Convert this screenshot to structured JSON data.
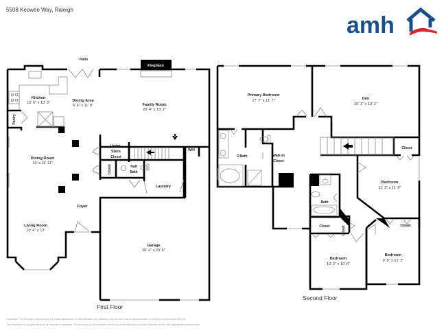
{
  "header": {
    "address": "5508 Keowee Way, Raleigh",
    "logo_text": "amh",
    "logo_colors": {
      "primary": "#1b4f8a",
      "accent": "#d9262e"
    }
  },
  "first_floor": {
    "label": "First Floor",
    "exterior_labels": {
      "patio": "Patio"
    },
    "fixtures": {
      "fireplace": "Fireplace",
      "water_heater": "W/H"
    },
    "rooms": {
      "kitchen": {
        "name": "Kitchen",
        "dimensions": "10' 6\" x 10' 3\""
      },
      "dining_area": {
        "name": "Dining Area",
        "dimensions": "6' 6\" x 11' 8\""
      },
      "family_room": {
        "name": "Family Room",
        "dimensions": "20' 4\" x 13' 2\""
      },
      "pantry": {
        "name": "Pantry"
      },
      "dining_room": {
        "name": "Dining Room",
        "dimensions": "13' x 11' 11\""
      },
      "under_stairs_closet": {
        "name_line1": "Under-",
        "name_line2": "Stairs",
        "name_line3": "Closet"
      },
      "closet": {
        "name": "Closet"
      },
      "half_bath": {
        "name_line1": "Half",
        "name_line2": "Bath"
      },
      "laundry": {
        "name": "Laundry"
      },
      "foyer": {
        "name": "Foyer"
      },
      "living_room": {
        "name": "Living Room",
        "dimensions": "10' 4\" x 13'"
      },
      "garage": {
        "name": "Garage",
        "dimensions": "20' 4\" x 29' 6\""
      }
    }
  },
  "second_floor": {
    "label": "Second Floor",
    "rooms": {
      "primary_bedroom": {
        "name": "Primary Bedroom",
        "dimensions": "17' 7\" x 11' 7\""
      },
      "den": {
        "name": "Den",
        "dimensions": "20' 1\" x 13' 2\""
      },
      "primary_bath": {
        "name": "P.Bath"
      },
      "walk_in_closet": {
        "name_line1": "Walk-In",
        "name_line2": "Closet"
      },
      "closet_stairs": {
        "name": "Closet"
      },
      "bedroom_2": {
        "name": "Bedroom",
        "dimensions": "11' 3\" x 11' 6\""
      },
      "bath": {
        "name": "Bath"
      },
      "closet_bath": {
        "name": "Closet"
      },
      "closet_bed3": {
        "name": "Closet"
      },
      "bedroom_3": {
        "name": "Bedroom",
        "dimensions": "10' 2\" x 10' 8\""
      },
      "closet_bed4": {
        "name": "Closet"
      },
      "bedroom_4": {
        "name": "Bedroom",
        "dimensions": "9' 9\" x 12' 2\""
      }
    }
  },
  "disclaimer": {
    "line1": "Disclaimer: The floorplans depicted and the stated dimensions in this illustration are indicative only and serve as an approximation of existing structures and features.",
    "line2": "This illustration is not guaranteed to be accurate or complete. The accuracy of all information should be verified through personal inspection and/or with appropriate professionals."
  }
}
